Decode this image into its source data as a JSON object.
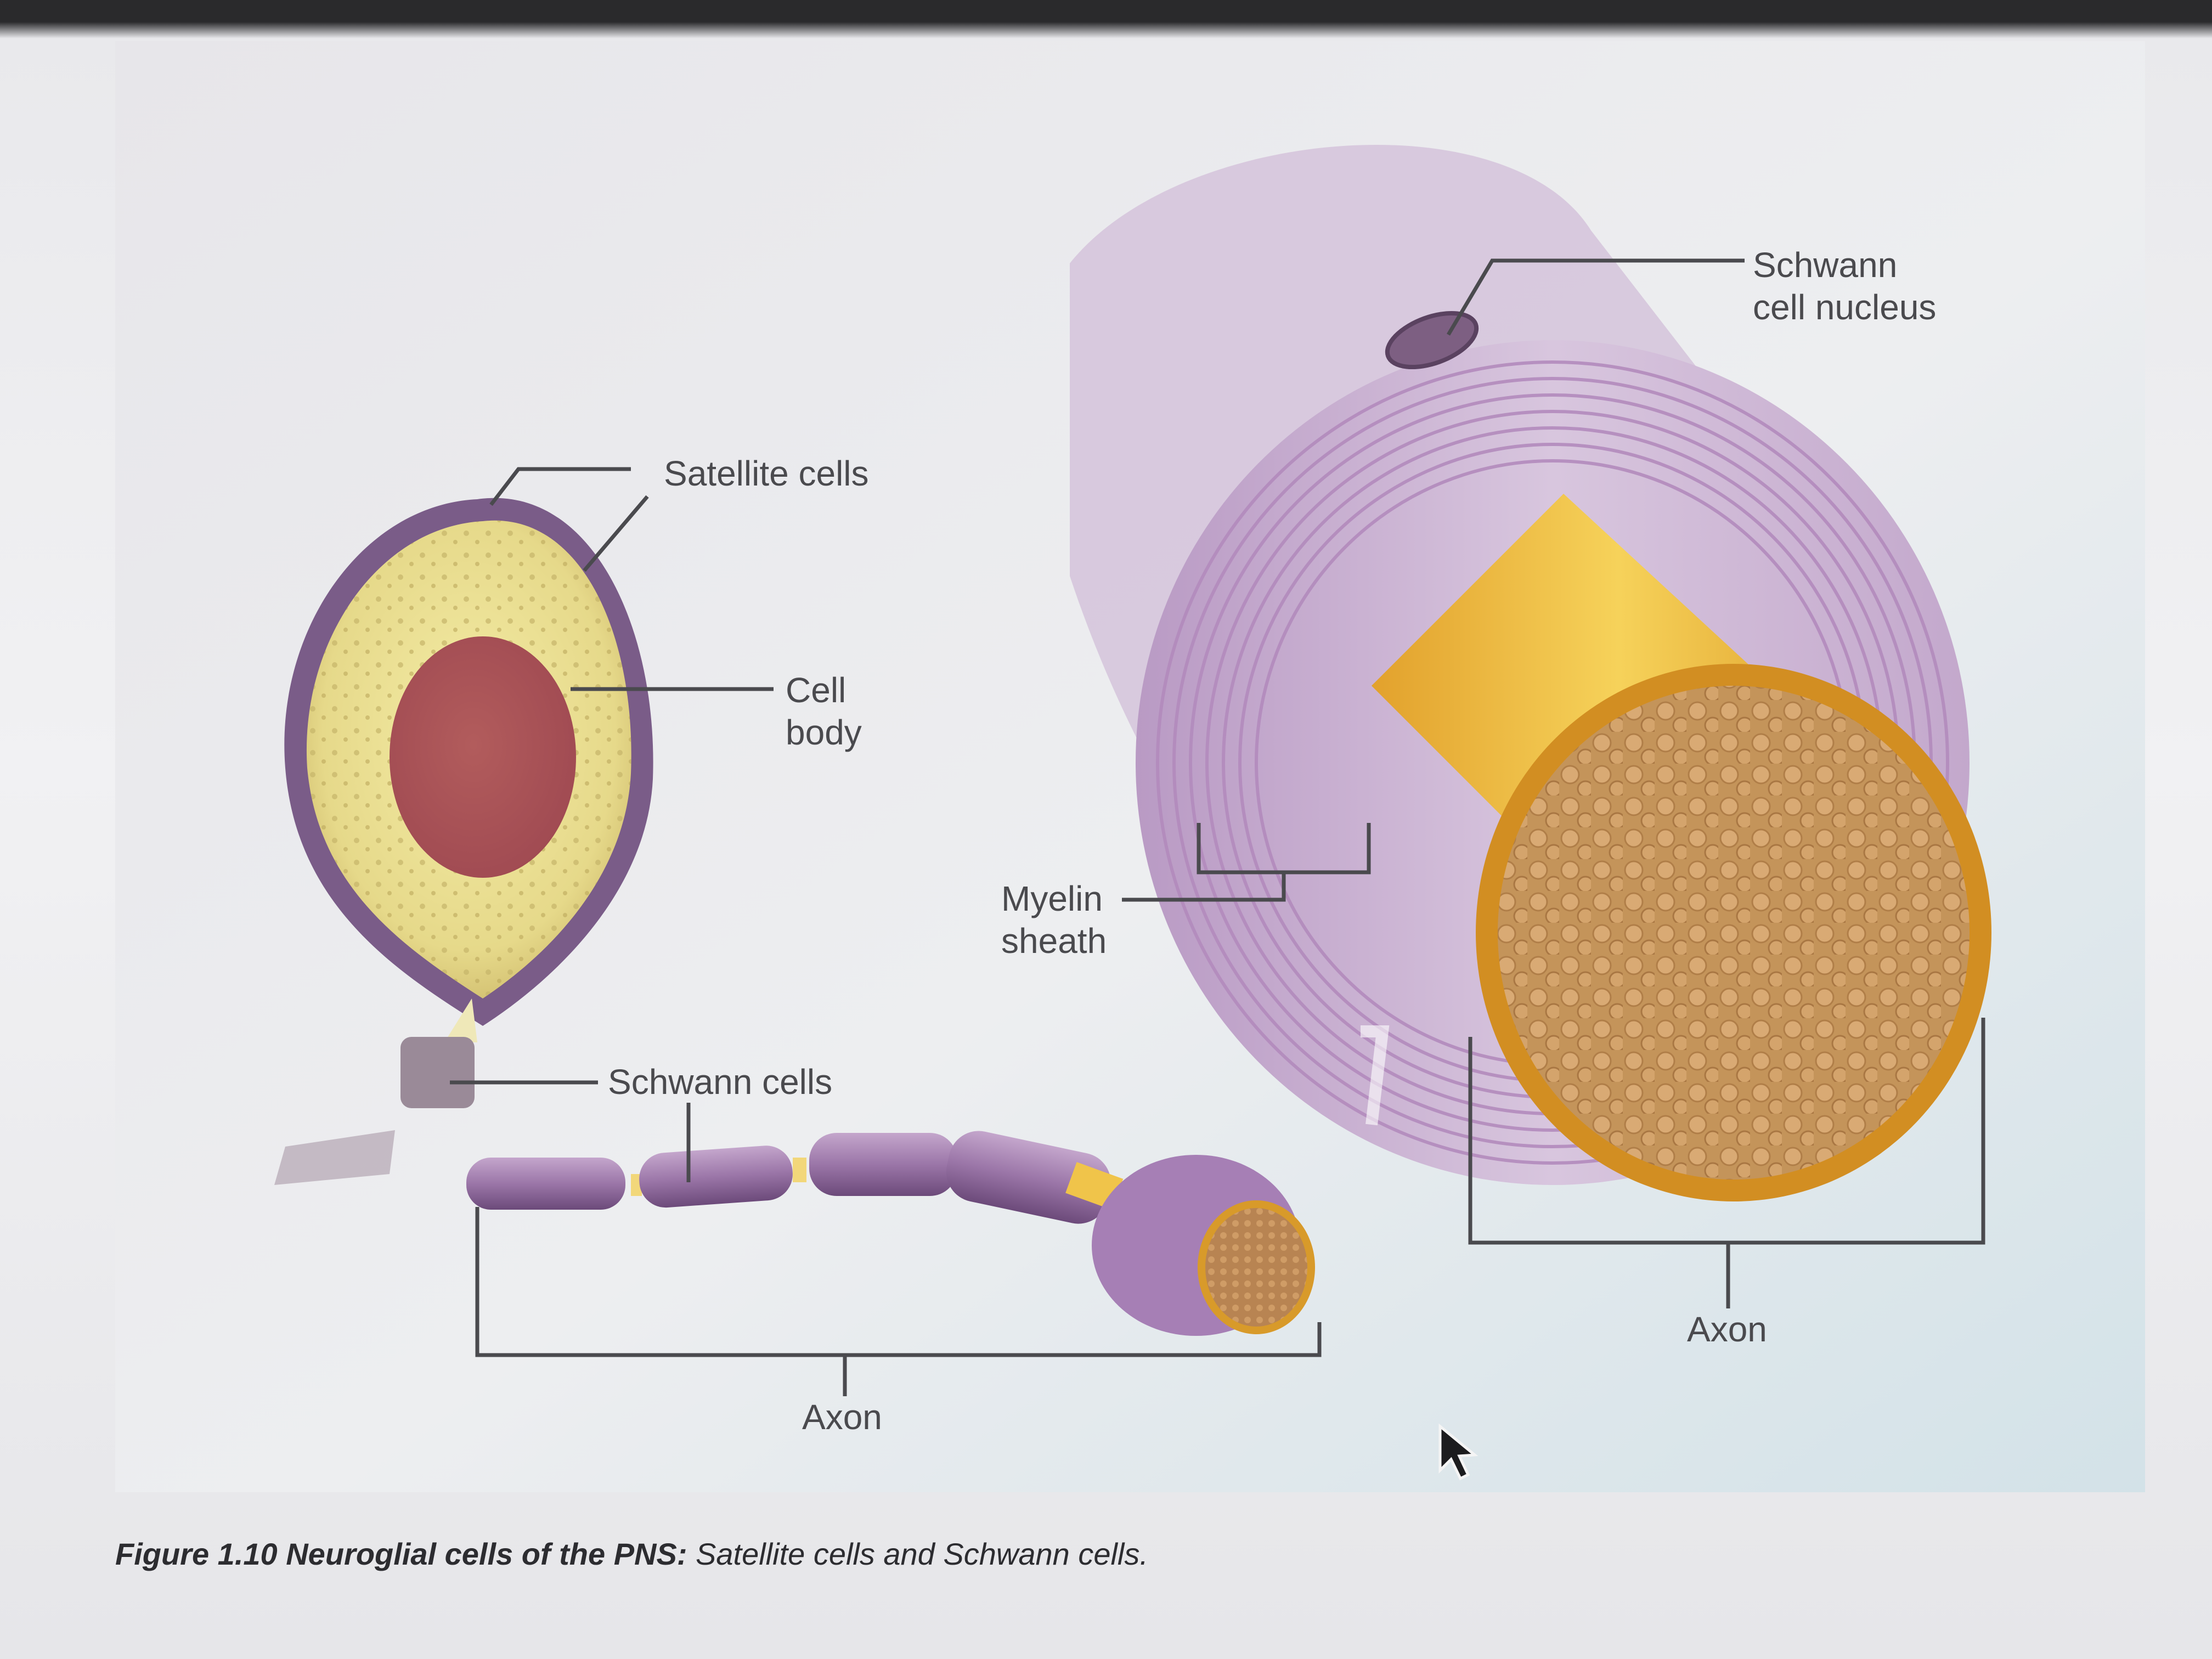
{
  "figure": {
    "labels": {
      "satellite_cells": "Satellite cells",
      "cell_body_1": "Cell",
      "cell_body_2": "body",
      "schwann_cells": "Schwann cells",
      "axon_left": "Axon",
      "myelin_1": "Myelin",
      "myelin_2": "sheath",
      "schwann_nucleus_1": "Schwann",
      "schwann_nucleus_2": "cell nucleus",
      "axon_right": "Axon"
    }
  },
  "caption": {
    "bold": "Figure 1.10 Neuroglial cells of the PNS:",
    "text": " Satellite cells and Schwann cells."
  }
}
